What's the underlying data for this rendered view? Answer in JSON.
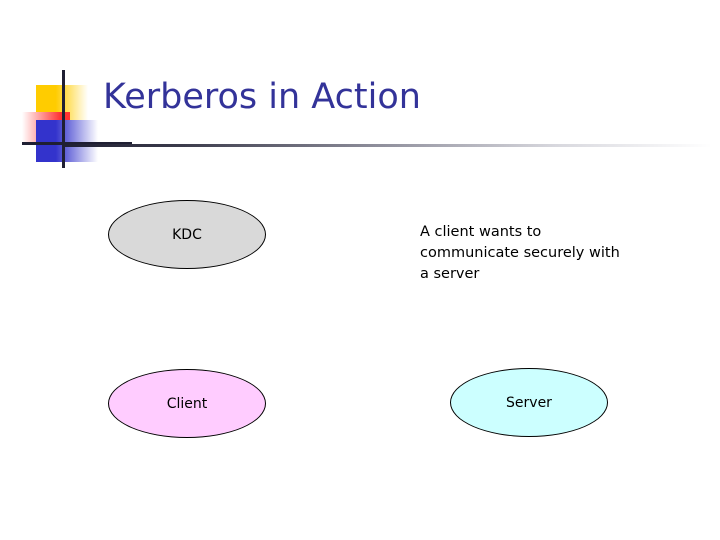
{
  "slide": {
    "title": "Kerberos in Action",
    "title_color": "#333399",
    "background_color": "#ffffff"
  },
  "logo": {
    "name": "decorative-square-mark",
    "squares": [
      {
        "name": "yellow-square",
        "color": "#FFCC00"
      },
      {
        "name": "red-square",
        "color": "#FF3333"
      },
      {
        "name": "blue-square",
        "color": "#3333CC"
      }
    ],
    "rule_color": "#1f1f33"
  },
  "divider": {
    "name": "title-divider",
    "start_color": "#1f1f33",
    "end_color": "#ffffff"
  },
  "diagram": {
    "nodes": [
      {
        "id": "kdc",
        "label": "KDC",
        "fill": "#D9D9D9",
        "stroke": "#000000"
      },
      {
        "id": "client",
        "label": "Client",
        "fill": "#FFCCFF",
        "stroke": "#000000"
      },
      {
        "id": "server",
        "label": "Server",
        "fill": "#CCFFFF",
        "stroke": "#000000"
      }
    ],
    "note": "A client wants to communicate securely with a server"
  }
}
